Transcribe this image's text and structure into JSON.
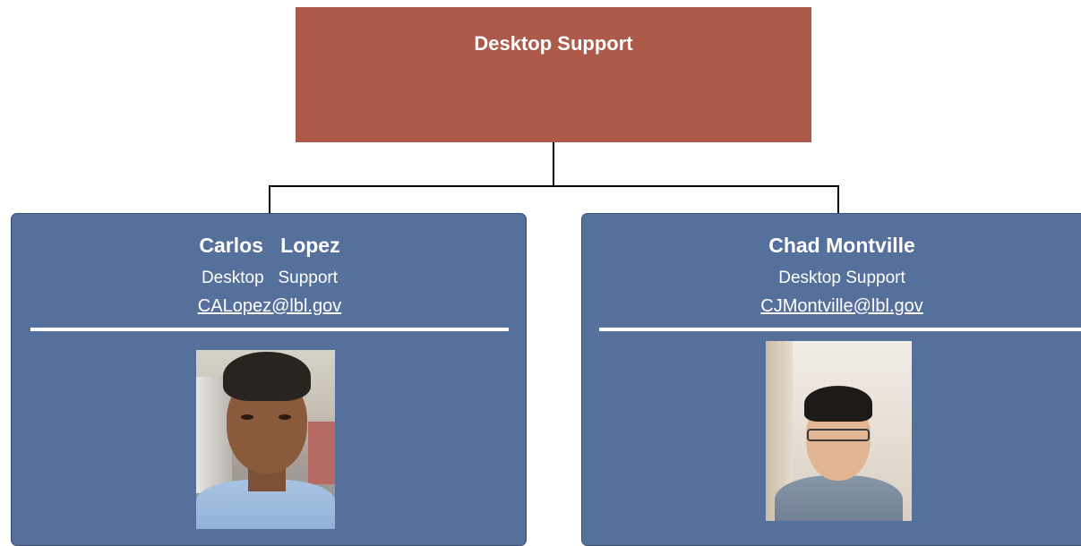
{
  "top": {
    "title": "Desktop Support"
  },
  "people": [
    {
      "name": "Carlos   Lopez",
      "role": "Desktop   Support",
      "email": "CALopez@lbl.gov"
    },
    {
      "name": "Chad Montville",
      "role": "Desktop Support",
      "email": "CJMontville@lbl.gov"
    }
  ],
  "colors": {
    "top_box": "#ae5a4b",
    "card": "#55709b",
    "connector": "#000000"
  }
}
